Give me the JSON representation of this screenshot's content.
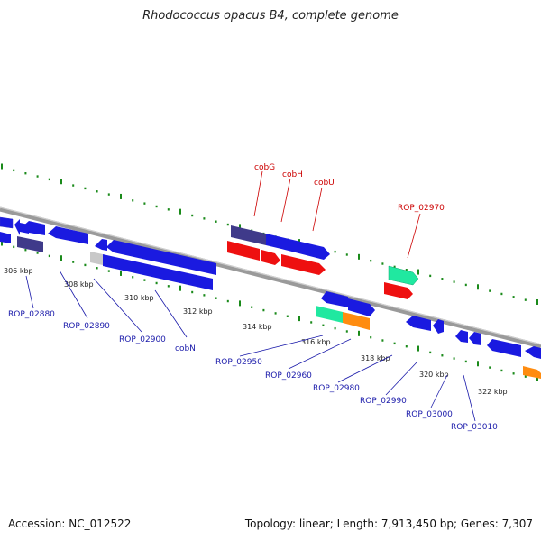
{
  "title": "Rhodococcus opacus B4, complete genome",
  "footer": {
    "accession": "Accession: NC_012522",
    "summary": "Topology: linear; Length: 7,913,450 bp; Genes: 7,307"
  },
  "colors": {
    "backbone": "#8a8a8a",
    "tick": "#1a8a1a",
    "forward_label": "#cc0000",
    "reverse_label": "#1a1aaa",
    "gene_blue": "#1a1ae0",
    "gene_purple": "#3f3a8a",
    "gene_red": "#ee1010",
    "gene_green": "#20e8a0",
    "gene_orange": "#ff8c10",
    "gene_gray": "#c8c8c8"
  },
  "scale_labels": [
    "306 kbp",
    "308 kbp",
    "310 kbp",
    "312 kbp",
    "314 kbp",
    "316 kbp",
    "318 kbp",
    "320 kbp",
    "322 kbp"
  ],
  "gene_labels": {
    "upper": [
      "cobG",
      "cobH",
      "cobU",
      "ROP_02970"
    ],
    "lower": [
      "ROP_02880",
      "ROP_02890",
      "ROP_02900",
      "cobN",
      "ROP_02950",
      "ROP_02960",
      "ROP_02980",
      "ROP_02990",
      "ROP_03000",
      "ROP_03010"
    ]
  }
}
